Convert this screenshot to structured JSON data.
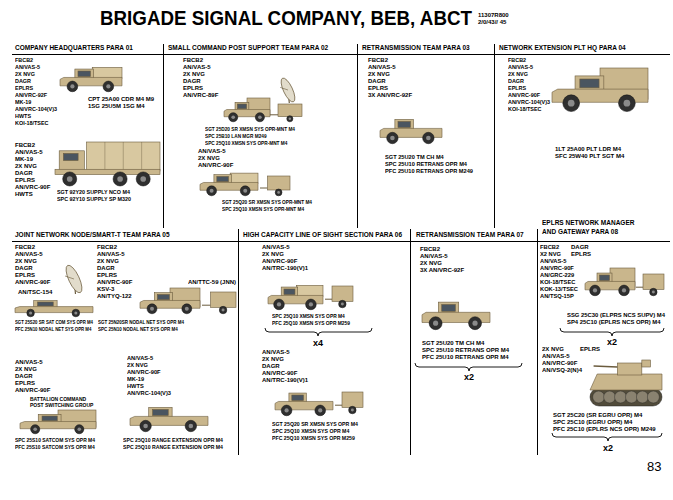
{
  "diagram": {
    "title": "BRIGADE SIGNAL COMPANY, BEB, ABCT",
    "nodes": [
      {
        "text": [
          "COMPANY HEADQUARTERS PARA 01",
          "FBCB2",
          "AN/VAS-5",
          "2X NVG",
          "DAGR",
          "EPLRS",
          "AN/VRC-92F",
          "MK-19",
          "AN/VRC-104(V)3",
          "HWTS",
          "KOI-18/TSEC",
          "CPT 25A00 CDR M4 M9",
          "1SG 25U5M 1SG M4",
          "FBCB2",
          "AN/VAS-5",
          "MK-19",
          "2X NVG",
          "DAGR",
          "EPLRS",
          "AN/VRC-90F",
          "HWTS",
          "SGT 92Y20 SUPPLY NCO M4",
          "SPC 92Y10 SUPPLY SP M320"
        ]
      },
      {
        "text": [
          "SMALL COMMAND POST SUPPORT TEAM PARA 02",
          "FBCB2",
          "AN/VAS-5",
          "2X NVG",
          "DAGR",
          "EPLRS",
          "AN/VRC-89F",
          "SGT 25D20 SR XMSN SYS OPR-MNT M4",
          "SPC 25B10 LAN MGR M249",
          "SPC 25Q10 XMSN SYS OPR-MNT M4",
          "AN/VAS-5",
          "2X NVG",
          "AN/VRC-90F",
          "SGT 25Q20 SR XMSN SYS OPR-MNT M4",
          "SPC 25Q10 XMSN SYS OPR-MNT M4"
        ]
      },
      {
        "text": [
          "RETRANSMISSION TEAM PARA 03",
          "FBCB2",
          "AN/VAS-5",
          "2X NVG",
          "DAGR",
          "EPLRS",
          "3X AN/VRC-92F",
          "SGT 25U20 TM CH M4",
          "SPC 25U10 RETRANS OPR M4",
          "PFC 25U10 RETRANS OPR M249"
        ]
      },
      {
        "text": [
          "NETWORK EXTENSION PLT HQ PARA 04",
          "FBCB2",
          "AN/VAS-5",
          "2X NVG",
          "DAGR",
          "EPLRS",
          "AN/VRC-90F",
          "AN/VRC-104(V)3",
          "KOI-18/TSEC",
          "1LT 25A00 PLT LDR M4",
          "SFC 25W40 PLT SGT M4"
        ]
      },
      {
        "text": [
          "JOINT NETWORK NODE/SMART-T TEAM PARA 05",
          "FBCB2",
          "AN/VAS-5",
          "2X NVG",
          "DAGR",
          "EPLRS",
          "AN/VRC-90F",
          "AN/TSC-154",
          "SGT 25S20 SR SAT COM SYS OPR M4",
          "PFC 25N10 NODAL NET SYS OPR M4",
          "FBCB2",
          "AN/VAS-5",
          "2X NVG",
          "DAGR",
          "EPLRS",
          "AN/VRC-90F",
          "KSV-3",
          "AN/TYQ-122",
          "AN/TTC-59 (JNN)",
          "SGT 25N20SR NODAL NET SYS OPR M4",
          "SPC 25N10 NODAL NET SYS OPR M4",
          "AN/VAS-5",
          "2X NVG",
          "DAGR",
          "EPLRS",
          "AN/VRC-90F",
          "BATTALION COMMAND POST SWITCHING GROUP",
          "SPC 25S10 SATCOM SYS OPR M4",
          "PFC 25S10 SATCOM SYS OPR M4",
          "AN/VAS-5",
          "2X NVG",
          "AN/VRC-90F",
          "MK-19",
          "HWTS",
          "AN/VRC-104(V)3",
          "SPC 25Q10 RANGE EXTENSION OPR M4",
          "SPC 25Q10 RANGE EXTENSION OPR M4"
        ]
      },
      {
        "text": [
          "HIGH CAPACITY LINE OF SIGHT SECTION PARA 06",
          "AN/VAS-5",
          "2X NVG",
          "AN/VRC-90F",
          "AN/TRC-190(V)1",
          "SPC 25Q10 XMSN SYS OPR M4",
          "PFC 25Q10 XMSN SYS OPR M259",
          "x4",
          "AN/VAS-5",
          "2X NVG",
          "DAGR",
          "AN/VRC-90F",
          "AN/TRC-190(V)1",
          "SGT 25Q20 SR XMSN SYS OPR M4",
          "SPC 25Q10 XMSN SYS OPR M4",
          "PFC 25Q10 XMSN SYS OPR M259"
        ]
      },
      {
        "text": [
          "RETRANSMISSION TEAM PARA 07",
          "FBCB2",
          "AN/VAS-5",
          "2X NVG",
          "3X AN/VRC-92F",
          "SGT 25U20 TM CH M4",
          "SPC 25U10 RETRANS OPR M4",
          "PFC 25U10 RETRANS OPR M4",
          "x2"
        ]
      },
      {
        "text": [
          "EPLRS NETWORK MANAGER AND GATEWAY PARA 08",
          "FBCB2",
          "X2 NVG",
          "AN/VAS-5",
          "AN/VRC-90F",
          "AN/GRC-229",
          "KOI-18/TSEC",
          "KOK-13/TSEC",
          "AN/TSQ-15P",
          "DAGR",
          "EPLRS",
          "SSG 25C30 (ELPRS NCS SUPV) M4",
          "SP4 25C10 (EPLRS NCS OPR) M4",
          "x2",
          "2X NVG",
          "AN/VAS-5",
          "AN/VRC-90F",
          "AN/VSQ-2(N)4",
          "EPLRS",
          "SGT 25C20 (SR EGRU OPR) M4",
          "SPC 25C10 (EGRU OPR) M4",
          "PFC 25C10 (EPLRS NCS OPR) M249",
          "x2"
        ]
      }
    ],
    "labels": [
      "11307R800",
      "2/0/43// 45",
      "83"
    ]
  }
}
